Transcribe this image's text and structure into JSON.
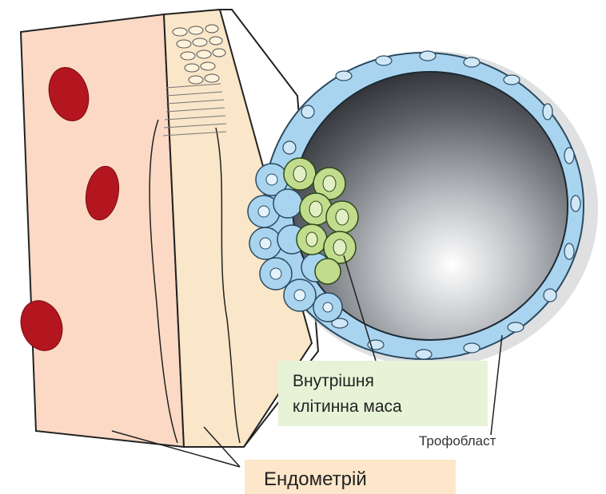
{
  "labels": {
    "inner_cell_mass_line1": "Внутрішня",
    "inner_cell_mass_line2": "клітинна маса",
    "trophoblast": "Трофобласт",
    "endometrium": "Ендометрій"
  },
  "colors": {
    "endometrium_outer": "#fbd9c4",
    "endometrium_inner": "#fae6c8",
    "blood_vessel": "#b3161f",
    "trophoblast_cells": "#a9d4ef",
    "inner_cell_mass": "#c2dc8d",
    "blastocoel_dark": "#3a3d42",
    "label_green_bg": "#e6f3d6",
    "label_peach_bg": "#fde6c9"
  }
}
